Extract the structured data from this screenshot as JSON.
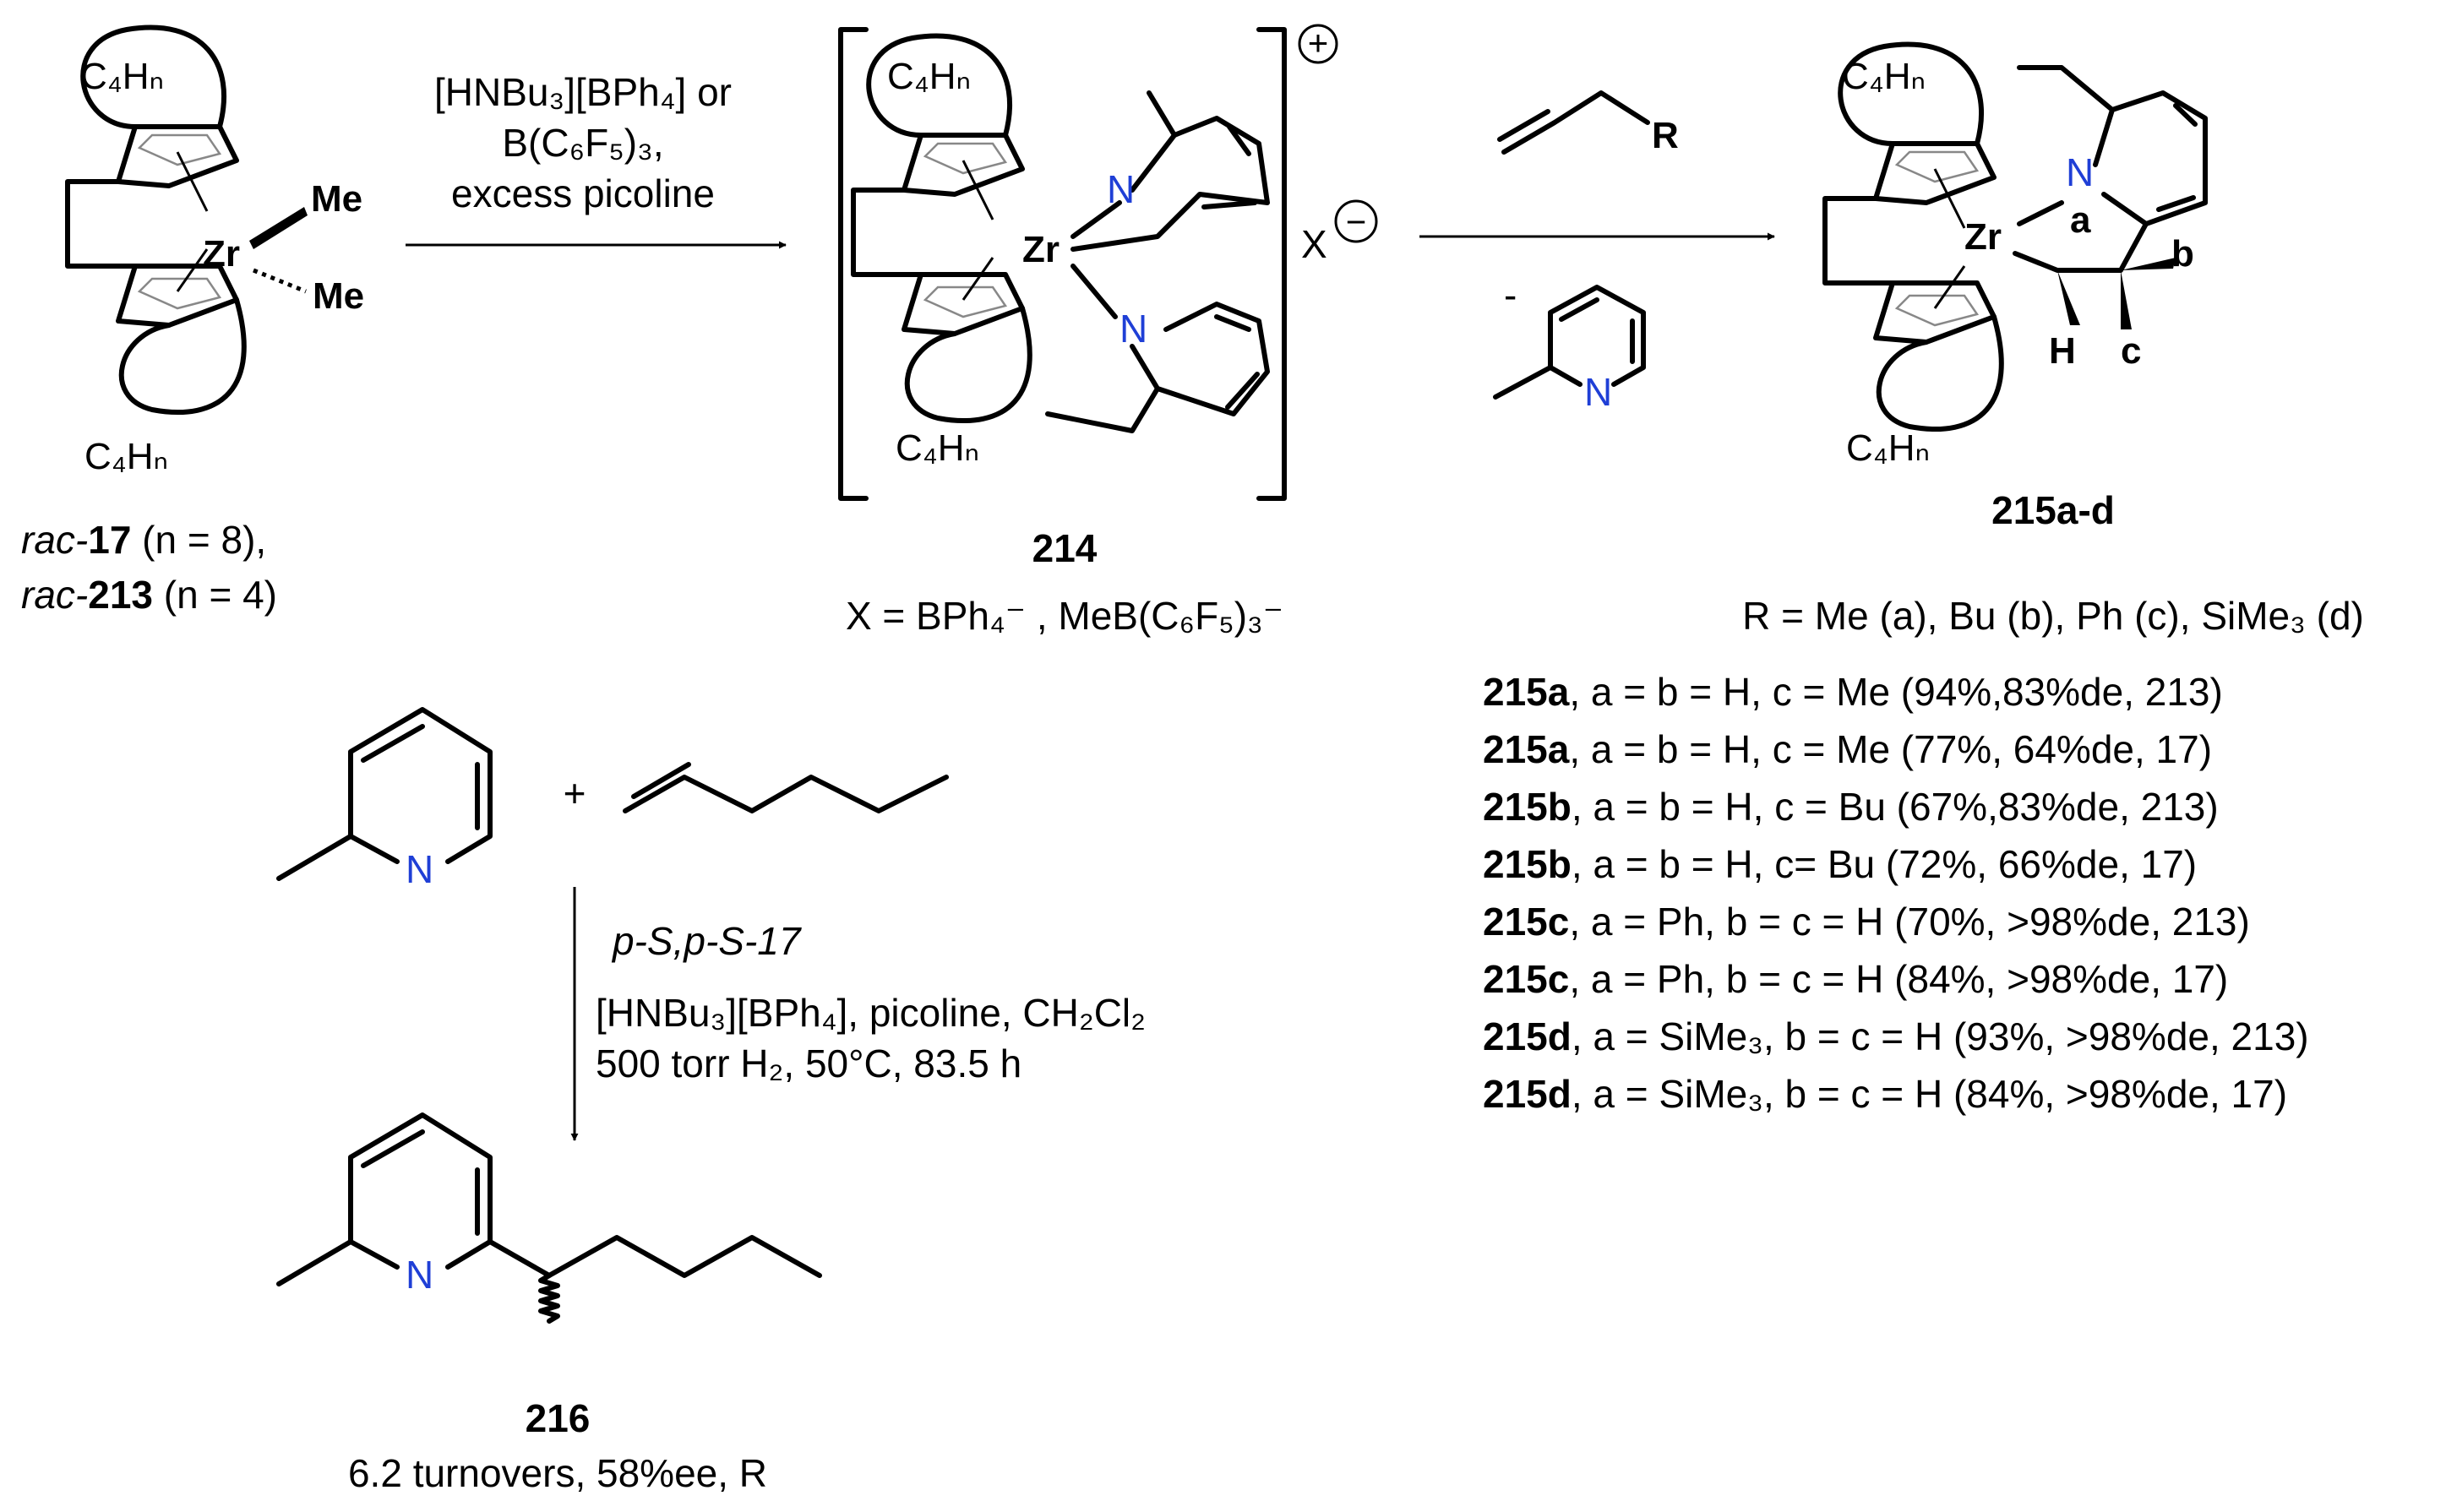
{
  "compounds": {
    "start": {
      "ring_label": "C₄Hₙ",
      "metal": "Zr",
      "ligand_1": "Me",
      "ligand_2": "Me",
      "name_line_1": {
        "prefix": "rac-",
        "num": "17",
        "suffix": " (n = 8),"
      },
      "name_line_2": {
        "prefix": "rac-",
        "num": "213",
        "suffix": " (n = 4)"
      }
    },
    "cation": {
      "ring_label": "C₄Hₙ",
      "metal": "Zr",
      "n_atom": "N",
      "charge": "+",
      "counterion": "X",
      "counter_charge": "−",
      "number": "214",
      "x_definition": "X = BPh₄⁻ , MeB(C₆F₅)₃⁻"
    },
    "insertion": {
      "ring_label": "C₄Hₙ",
      "metal": "Zr",
      "n_atom": "N",
      "sub_a": "a",
      "sub_b": "b",
      "sub_c": "c",
      "h_atom": "H",
      "number": "215a-d"
    },
    "alkene_r": "R",
    "picolyl_charge": "-",
    "picolyl_n": "N",
    "picoline_n": "N",
    "product_n": "N",
    "plus": "+",
    "product_number": "216",
    "product_result": "6.2 turnovers, 58%ee, R"
  },
  "arrows": {
    "step1_line1": "[HNBu₃][BPh₄] or",
    "step1_line2": "B(C₆F₅)₃,",
    "step1_line3": "excess picoline",
    "catalytic_line1": "p-S,p-S-17",
    "catalytic_line2": "[HNBu₃][BPh₄], picoline, CH₂Cl₂",
    "catalytic_line3": "500 torr H₂, 50°C, 83.5 h"
  },
  "r_definitions": "R = Me (a), Bu (b), Ph (c), SiMe₃ (d)",
  "results": [
    {
      "id": "215a",
      "text": ", a = b = H, c = Me (94%,83%de, 213)"
    },
    {
      "id": "215a",
      "text": ", a = b = H, c = Me (77%, 64%de, 17)"
    },
    {
      "id": "215b",
      "text": ", a = b = H, c = Bu (67%,83%de, 213)"
    },
    {
      "id": "215b",
      "text": ", a = b = H, c= Bu (72%, 66%de, 17)"
    },
    {
      "id": "215c",
      "text": ", a = Ph, b = c = H (70%, >98%de, 213)"
    },
    {
      "id": "215c",
      "text": ", a = Ph, b = c = H (84%, >98%de, 17)"
    },
    {
      "id": "215d",
      "text": ", a = SiMe₃, b = c = H (93%, >98%de, 213)"
    },
    {
      "id": "215d",
      "text": ", a = SiMe₃, b = c = H (84%, >98%de, 17)"
    }
  ]
}
